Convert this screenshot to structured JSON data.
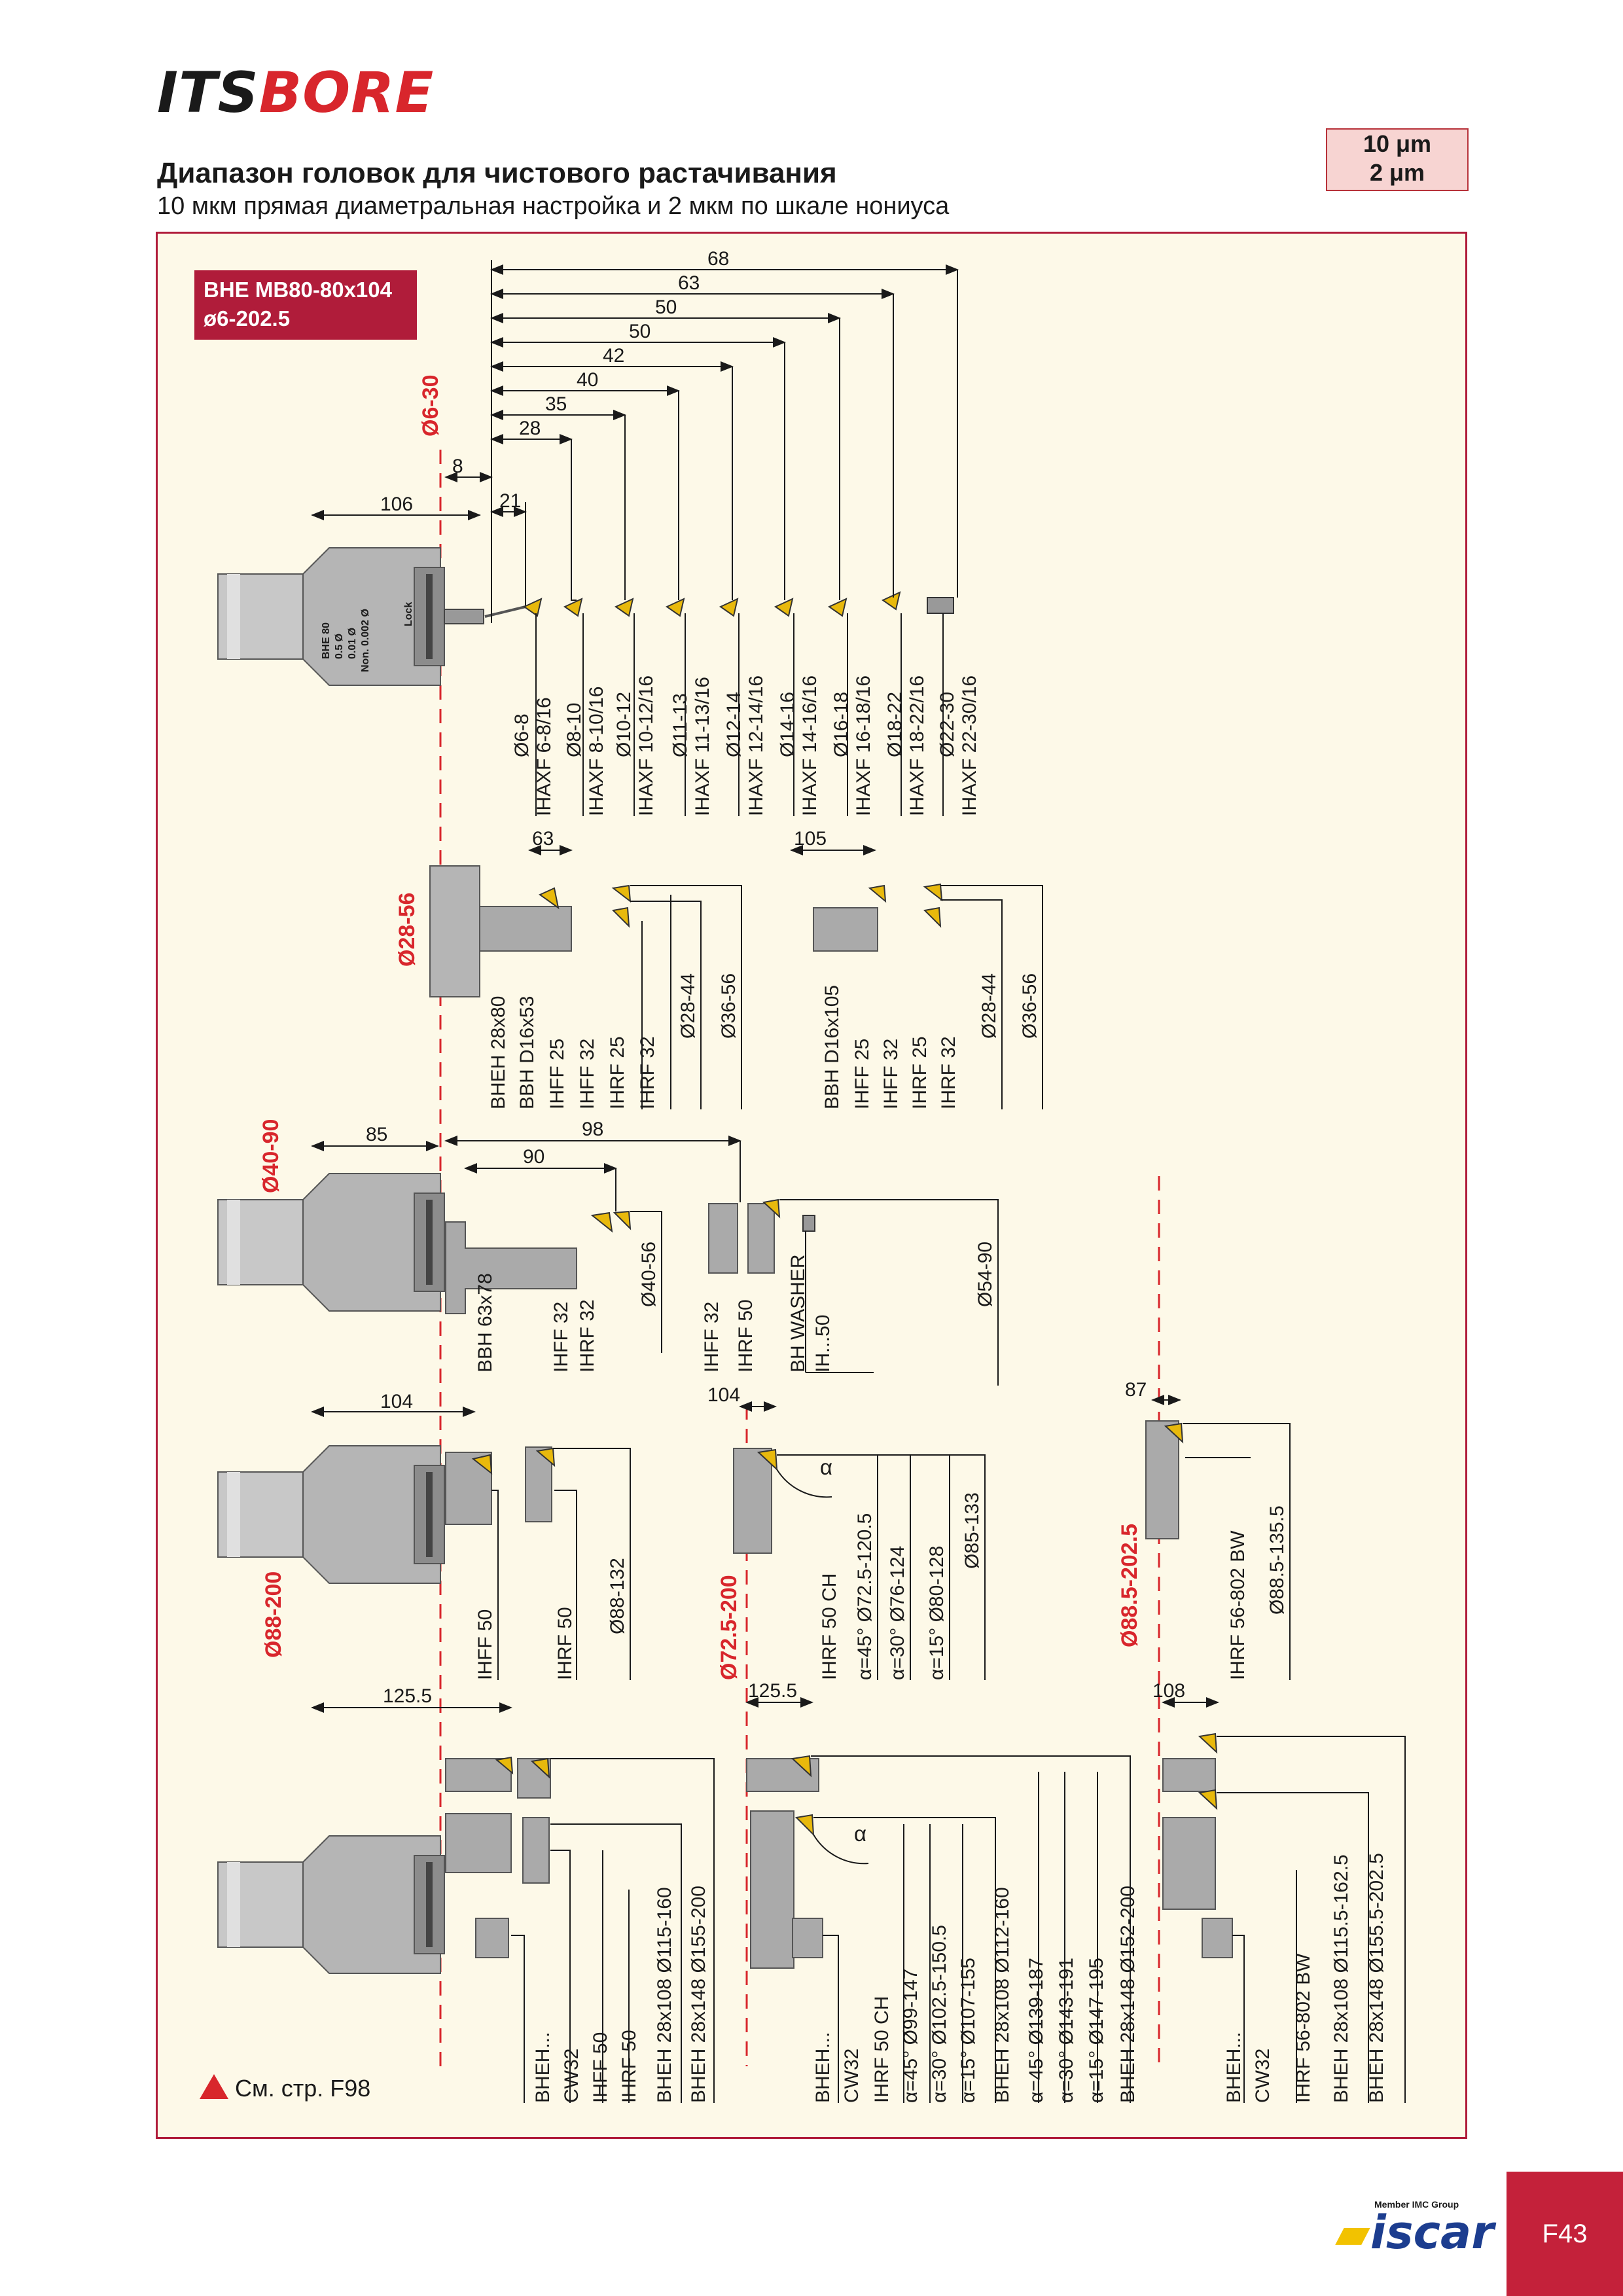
{
  "header": {
    "logo_a": "ITS",
    "logo_b": "BORE",
    "title": "Диапазон головок для чистового растачивания",
    "subtitle": "10 мкм прямая диаметральная настройка и 2 мкм по шкале нониуса",
    "unit_1": "10 μm",
    "unit_2": "2 μm"
  },
  "tag": {
    "line1": "BHE MB80-80x104",
    "line2": "ø6-202.5"
  },
  "head_marks": [
    "BHE 80",
    "0.5 Ø",
    "0.01 Ø",
    "Non. 0.002 Ø",
    "Lock"
  ],
  "warn": {
    "text": "См. стр. F98"
  },
  "footer": {
    "member": "Member IMC Group",
    "brand": "iscar",
    "page": "F43"
  },
  "colors": {
    "accent": "#b01c3a",
    "red": "#d8262c",
    "panel": "#fdf9e8",
    "insert": "#e8b90c",
    "body": "#a9a9a9"
  },
  "ranges": {
    "r1": "Ø6-30",
    "r2": "Ø28-56",
    "r3": "Ø40-90",
    "r4": "Ø88-200",
    "r5": "Ø72.5-200",
    "r6": "Ø88.5-202.5"
  },
  "s1": {
    "dims": [
      "68",
      "63",
      "50",
      "50",
      "42",
      "40",
      "35",
      "28",
      "8",
      "21",
      "106"
    ],
    "labels": [
      "Ø6-8",
      "IHAXF 6-8/16",
      "Ø8-10",
      "IHAXF 8-10/16",
      "Ø10-12",
      "IHAXF 10-12/16",
      "Ø11-13",
      "IHAXF 11-13/16",
      "Ø12-14",
      "IHAXF 12-14/16",
      "Ø14-16",
      "IHAXF 14-16/16",
      "Ø16-18",
      "IHAXF 16-18/16",
      "Ø18-22",
      "IHAXF 18-22/16",
      "Ø22-30",
      "IHAXF 22-30/16"
    ]
  },
  "s2": {
    "dims": [
      "63",
      "105"
    ],
    "labels_a": [
      "BHEH 28x80",
      "BBH D16x53",
      "IHFF 25",
      "IHFF 32",
      "IHRF 25",
      "IHRF 32",
      "Ø28-44",
      "Ø36-56"
    ],
    "labels_b": [
      "BBH D16x105",
      "IHFF 25",
      "IHFF 32",
      "IHRF 25",
      "IHRF 32",
      "Ø28-44",
      "Ø36-56"
    ]
  },
  "s3": {
    "dims": [
      "85",
      "98",
      "90"
    ],
    "labels": [
      "BBH 63x78",
      "IHFF 32",
      "IHRF 32",
      "Ø40-56",
      "IHFF 32",
      "IHRF 50",
      "BH WASHER",
      "IH...50",
      "Ø54-90"
    ]
  },
  "s4": {
    "dims": [
      "104",
      "104",
      "87"
    ],
    "alpha": "α",
    "labels_a": [
      "IHFF 50",
      "IHRF 50",
      "Ø88-132"
    ],
    "labels_b": [
      "IHRF 50 CH",
      "α=45°  Ø72.5-120.5",
      "α=30°  Ø76-124",
      "α=15°  Ø80-128",
      "Ø85-133"
    ],
    "labels_c": [
      "IHRF 56-802  BW",
      "Ø88.5-135.5"
    ]
  },
  "s5": {
    "dims": [
      "125.5",
      "125.5",
      "108"
    ],
    "alpha": "α",
    "labels_a": [
      "BHEH...",
      "CW32",
      "IHFF 50",
      "IHRF 50",
      "BHEH 28x108  Ø115-160",
      "BHEH 28x148  Ø155-200"
    ],
    "labels_b": [
      "BHEH...",
      "CW32",
      "IHRF 50 CH",
      "α=45°  Ø99-147",
      "α=30°  Ø102.5-150.5",
      "α=15°  Ø107-155",
      "BHEH 28x108  Ø112-160",
      "α=45°  Ø139-187",
      "α=30°  Ø143-191",
      "α=15°  Ø147-195",
      "BHEH 28x148  Ø152-200"
    ],
    "labels_c": [
      "BHEH...",
      "CW32",
      "IHRF 56-802 BW",
      "BHEH 28x108  Ø115.5-162.5",
      "BHEH 28x148  Ø155.5-202.5"
    ]
  }
}
